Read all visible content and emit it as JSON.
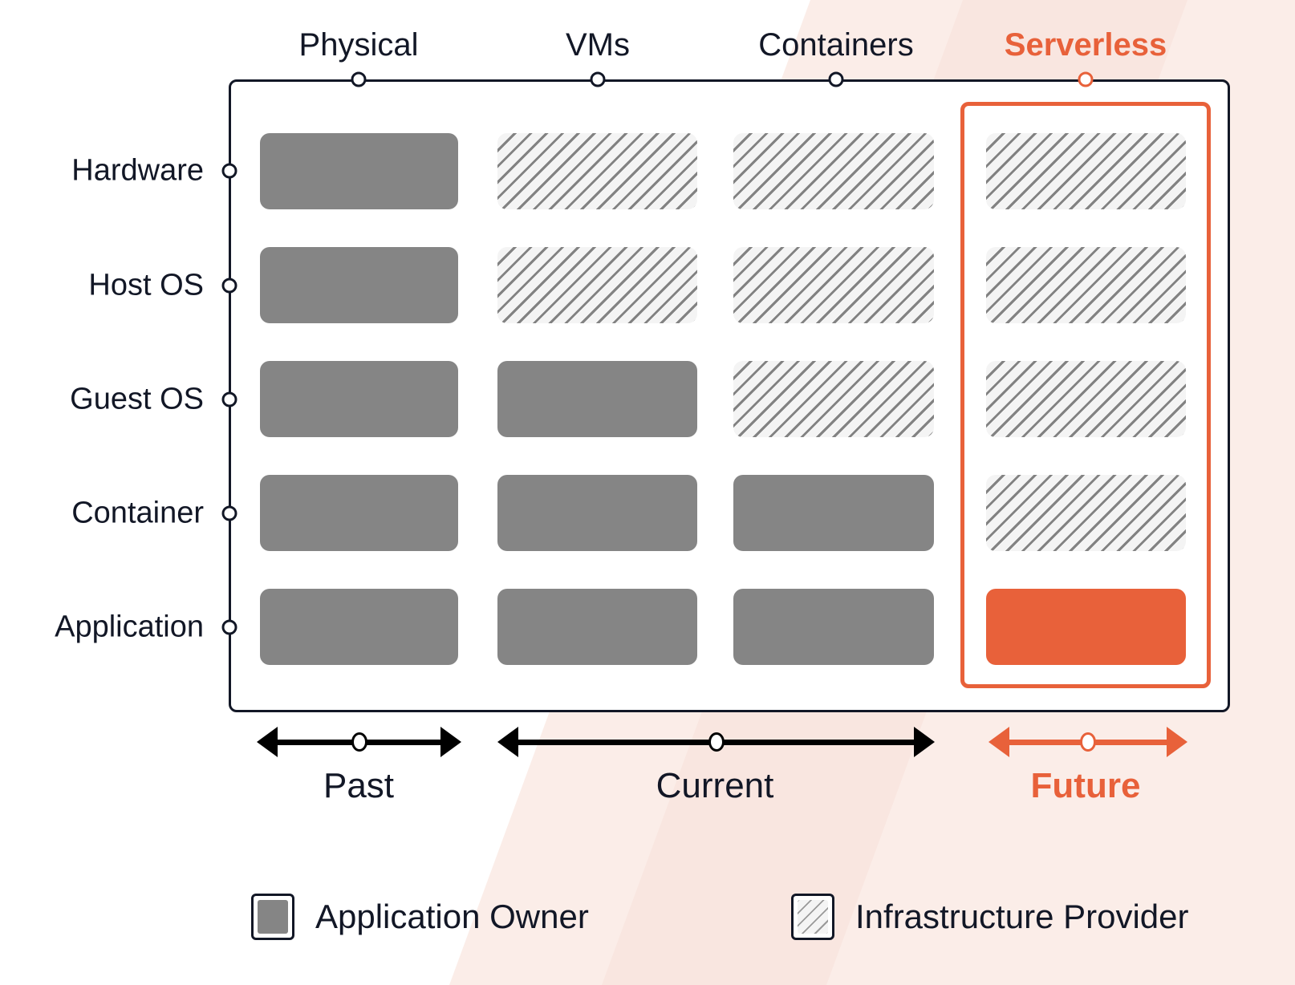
{
  "theme": {
    "accent": "#E8613A",
    "owner_fill": "#858585",
    "provider_fill": "#F4F4F4",
    "provider_hatch": "#828282",
    "ink": "#121726",
    "page_bg": "#FFFFFF",
    "wash_bg": "#FBEDE8"
  },
  "chart_data": {
    "type": "table",
    "title": "",
    "xlabel": "",
    "ylabel": "",
    "columns": [
      "Physical",
      "VMs",
      "Containers",
      "Serverless"
    ],
    "rows": [
      "Hardware",
      "Host OS",
      "Guest OS",
      "Container",
      "Application"
    ],
    "legend": [
      "Application Owner",
      "Infrastructure Provider"
    ],
    "eras": [
      "Past",
      "Current",
      "Future"
    ],
    "era_spans": [
      [
        "Physical"
      ],
      [
        "VMs",
        "Containers"
      ],
      [
        "Serverless"
      ]
    ],
    "cells": [
      {
        "row": "Hardware",
        "column": "Physical",
        "owner": "Application Owner"
      },
      {
        "row": "Hardware",
        "column": "VMs",
        "owner": "Infrastructure Provider"
      },
      {
        "row": "Hardware",
        "column": "Containers",
        "owner": "Infrastructure Provider"
      },
      {
        "row": "Hardware",
        "column": "Serverless",
        "owner": "Infrastructure Provider"
      },
      {
        "row": "Host OS",
        "column": "Physical",
        "owner": "Application Owner"
      },
      {
        "row": "Host OS",
        "column": "VMs",
        "owner": "Infrastructure Provider"
      },
      {
        "row": "Host OS",
        "column": "Containers",
        "owner": "Infrastructure Provider"
      },
      {
        "row": "Host OS",
        "column": "Serverless",
        "owner": "Infrastructure Provider"
      },
      {
        "row": "Guest OS",
        "column": "Physical",
        "owner": "Application Owner"
      },
      {
        "row": "Guest OS",
        "column": "VMs",
        "owner": "Application Owner"
      },
      {
        "row": "Guest OS",
        "column": "Containers",
        "owner": "Infrastructure Provider"
      },
      {
        "row": "Guest OS",
        "column": "Serverless",
        "owner": "Infrastructure Provider"
      },
      {
        "row": "Container",
        "column": "Physical",
        "owner": "Application Owner"
      },
      {
        "row": "Container",
        "column": "VMs",
        "owner": "Application Owner"
      },
      {
        "row": "Container",
        "column": "Containers",
        "owner": "Application Owner"
      },
      {
        "row": "Container",
        "column": "Serverless",
        "owner": "Infrastructure Provider"
      },
      {
        "row": "Application",
        "column": "Physical",
        "owner": "Application Owner"
      },
      {
        "row": "Application",
        "column": "VMs",
        "owner": "Application Owner"
      },
      {
        "row": "Application",
        "column": "Containers",
        "owner": "Application Owner"
      },
      {
        "row": "Application",
        "column": "Serverless",
        "owner": "Application Owner",
        "highlight": true
      }
    ]
  },
  "columns": [
    {
      "label": "Physical",
      "accent": false
    },
    {
      "label": "VMs",
      "accent": false
    },
    {
      "label": "Containers",
      "accent": false
    },
    {
      "label": "Serverless",
      "accent": true
    }
  ],
  "rows": [
    {
      "label": "Hardware"
    },
    {
      "label": "Host OS"
    },
    {
      "label": "Guest OS"
    },
    {
      "label": "Container"
    },
    {
      "label": "Application"
    }
  ],
  "eras": [
    {
      "label": "Past",
      "accent": false
    },
    {
      "label": "Current",
      "accent": false
    },
    {
      "label": "Future",
      "accent": true
    }
  ],
  "legend": [
    {
      "label": "Application Owner",
      "swatch": "owner"
    },
    {
      "label": "Infrastructure Provider",
      "swatch": "provider"
    }
  ]
}
